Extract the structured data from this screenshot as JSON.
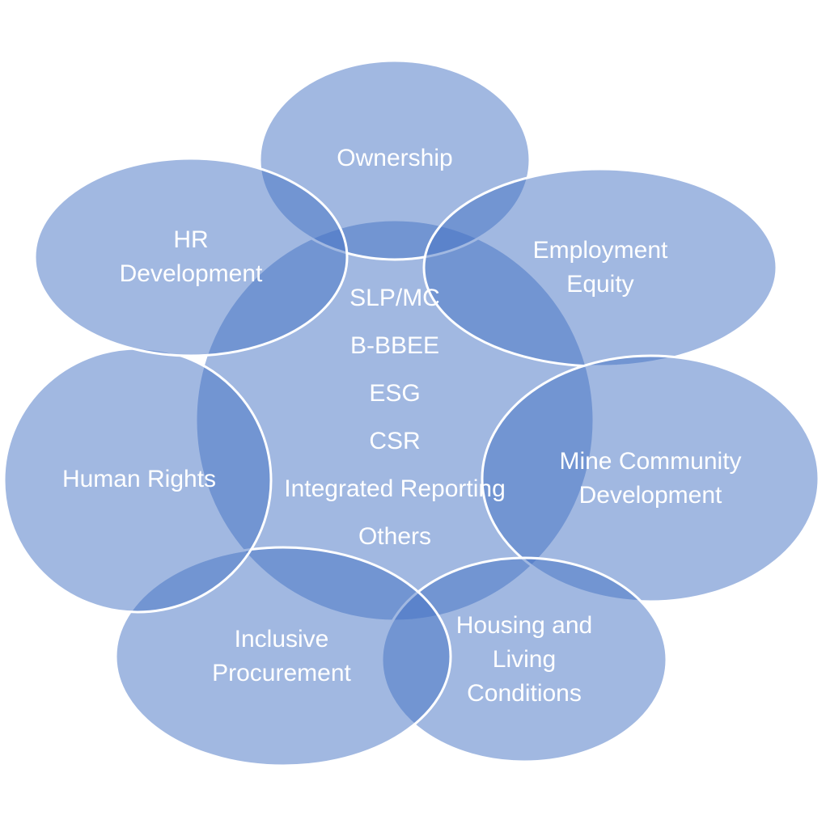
{
  "colors": {
    "fill": "#4472C4",
    "stroke": "#ffffff",
    "text": "#ffffff",
    "background": "#ffffff"
  },
  "center": {
    "lines": [
      "SLP/MC",
      "B-BBEE",
      "ESG",
      "CSR",
      "Integrated Reporting",
      "Others"
    ]
  },
  "nodes": {
    "ownership": [
      "Ownership"
    ],
    "employment_equity": [
      "Employment",
      "Equity"
    ],
    "mine_community": [
      "Mine Community",
      "Development"
    ],
    "housing": [
      "Housing and",
      "Living",
      "Conditions"
    ],
    "procurement": [
      "Inclusive",
      "Procurement"
    ],
    "human_rights": [
      "Human Rights"
    ],
    "hr_development": [
      "HR",
      "Development"
    ]
  }
}
